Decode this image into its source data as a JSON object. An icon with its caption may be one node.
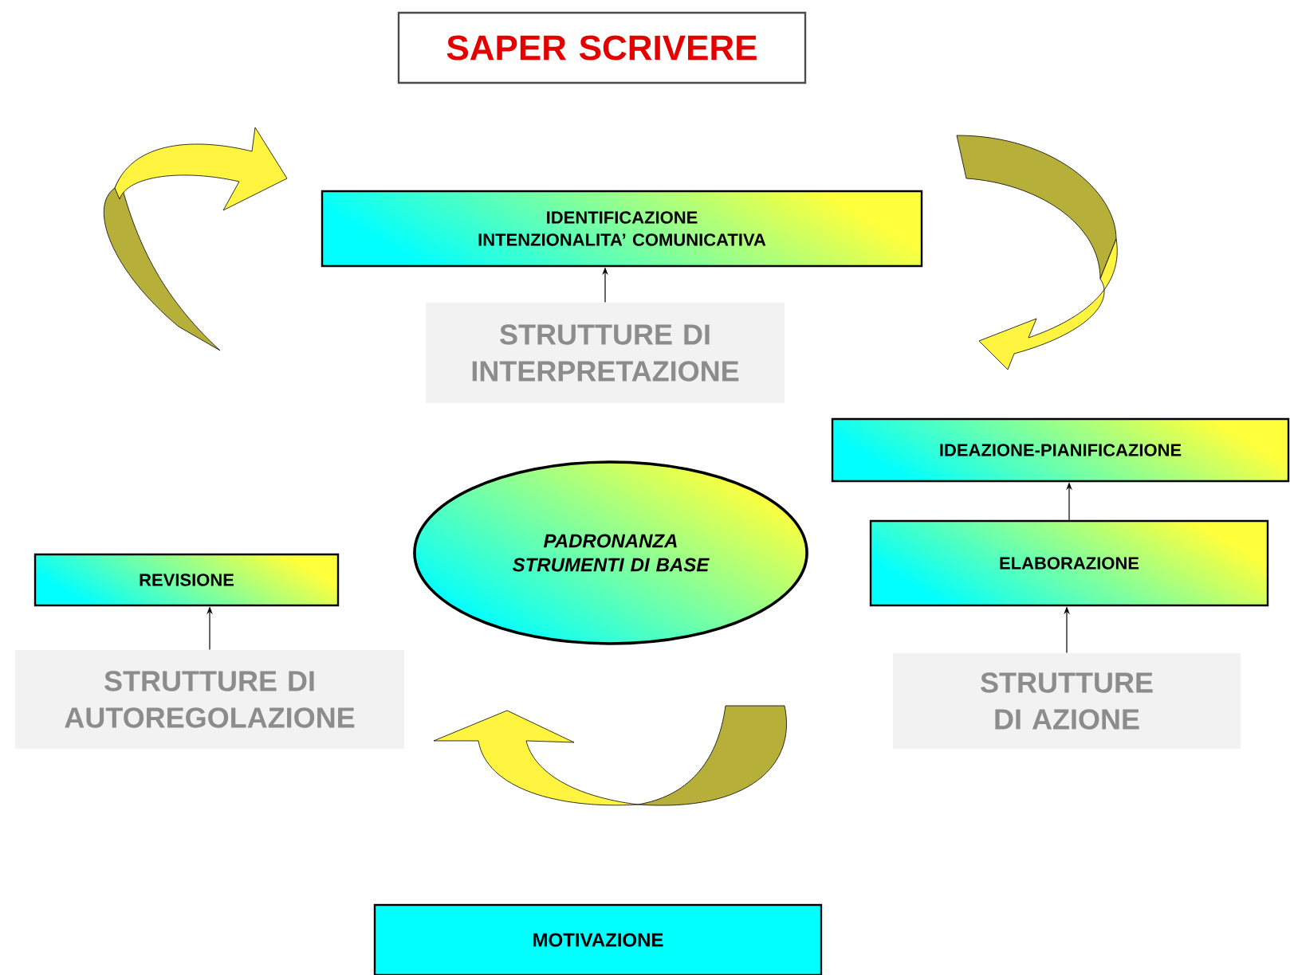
{
  "diagram": {
    "nodes": [
      {
        "text": [
          "SAPER SCRIVERE"
        ]
      },
      {
        "text": [
          "IDENTIFICAZIONE INTENZIONALITA’ COMUNICATIVA"
        ]
      },
      {
        "text": [
          "STRUTTURE DI INTERPRETAZIONE"
        ]
      },
      {
        "text": [
          "IDEAZIONE-PIANIFICAZIONE"
        ]
      },
      {
        "text": [
          "PADRONANZA STRUMENTI DI BASE"
        ]
      },
      {
        "text": [
          "REVISIONE"
        ]
      },
      {
        "text": [
          "ELABORAZIONE"
        ]
      },
      {
        "text": [
          "STRUTTURE DI AUTOREGOLAZIONE"
        ]
      },
      {
        "text": [
          "STRUTTURE DI AZIONE"
        ]
      },
      {
        "text": [
          "MOTIVAZIONE"
        ]
      }
    ],
    "edges": [
      {
        "from": 2,
        "to": 1,
        "arrow": "to"
      },
      {
        "from": 6,
        "to": 3,
        "arrow": "to"
      },
      {
        "from": 7,
        "to": 5,
        "arrow": "to"
      },
      {
        "from": 8,
        "to": 6,
        "arrow": "to"
      }
    ]
  }
}
